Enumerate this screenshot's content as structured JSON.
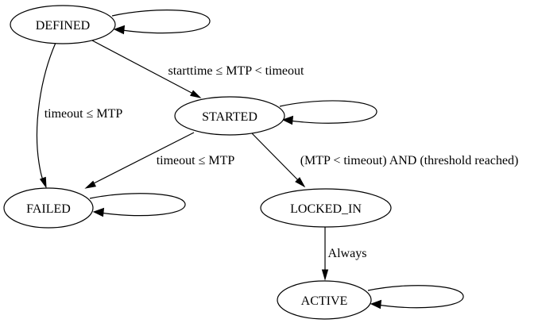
{
  "diagram": {
    "type": "state-machine",
    "background_color": "#ffffff",
    "stroke_color": "#000000",
    "text_color": "#000000",
    "nodes": [
      {
        "id": "DEFINED",
        "label": "DEFINED"
      },
      {
        "id": "STARTED",
        "label": "STARTED"
      },
      {
        "id": "FAILED",
        "label": "FAILED"
      },
      {
        "id": "LOCKED_IN",
        "label": "LOCKED_IN"
      },
      {
        "id": "ACTIVE",
        "label": "ACTIVE"
      }
    ],
    "edges": [
      {
        "from": "DEFINED",
        "to": "DEFINED",
        "label": ""
      },
      {
        "from": "DEFINED",
        "to": "STARTED",
        "label": "starttime ≤ MTP < timeout"
      },
      {
        "from": "DEFINED",
        "to": "FAILED",
        "label": "timeout ≤ MTP"
      },
      {
        "from": "STARTED",
        "to": "STARTED",
        "label": ""
      },
      {
        "from": "STARTED",
        "to": "FAILED",
        "label": "timeout ≤ MTP"
      },
      {
        "from": "STARTED",
        "to": "LOCKED_IN",
        "label": "(MTP < timeout) AND (threshold reached)"
      },
      {
        "from": "LOCKED_IN",
        "to": "ACTIVE",
        "label": "Always"
      },
      {
        "from": "FAILED",
        "to": "FAILED",
        "label": ""
      },
      {
        "from": "ACTIVE",
        "to": "ACTIVE",
        "label": ""
      }
    ]
  }
}
